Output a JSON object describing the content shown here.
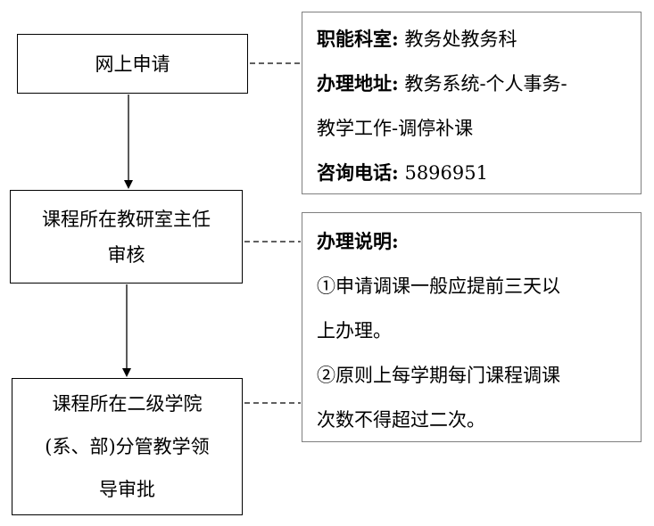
{
  "steps": [
    {
      "lines": [
        "网上申请"
      ]
    },
    {
      "lines": [
        "课程所在教研室主任",
        "审核"
      ]
    },
    {
      "lines": [
        "课程所在二级学院",
        "(系、部)分管教学领",
        "导审批"
      ]
    }
  ],
  "info": {
    "dept_label": "职能科室:",
    "dept_value": "教务处教务科",
    "address_label": "办理地址:",
    "address_value_1": "教务系统-个人事务-",
    "address_value_2": "教学工作-调停补课",
    "phone_label": "咨询电话:",
    "phone_value": "5896951"
  },
  "notes": {
    "title": "办理说明:",
    "item1_line1": "①申请调课一般应提前三天以",
    "item1_line2": "上办理。",
    "item2_line1": "②原则上每学期每门课程调课",
    "item2_line2": "次数不得超过二次。"
  }
}
